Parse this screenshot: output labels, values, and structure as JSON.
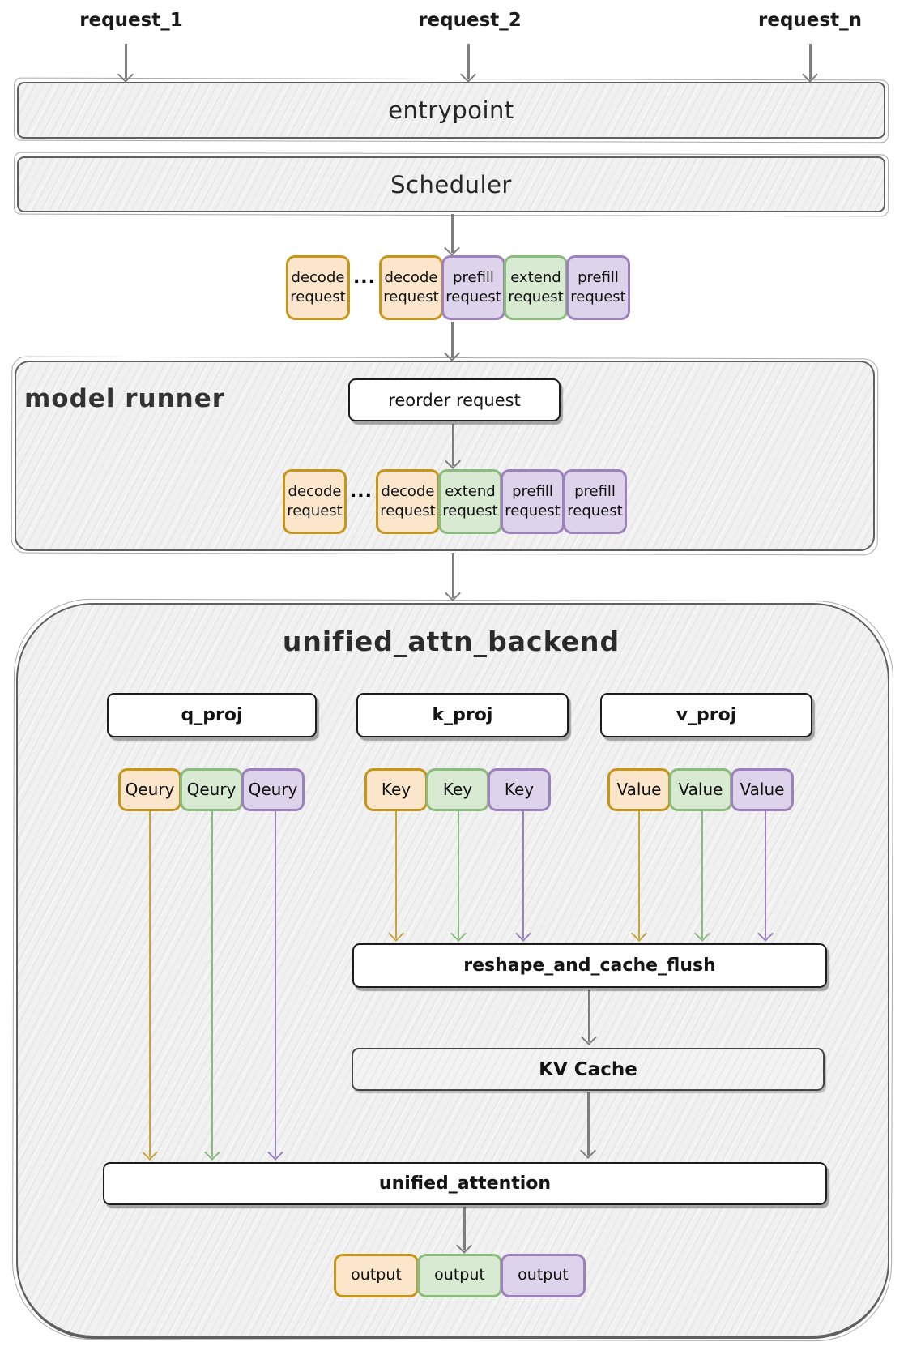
{
  "top_requests": [
    "request_1",
    "request_2",
    "request_n"
  ],
  "entrypoint": {
    "label": "entrypoint"
  },
  "scheduler": {
    "label": "Scheduler"
  },
  "scheduler_output_row": [
    {
      "lines": [
        "decode",
        "request"
      ],
      "color": "orange"
    },
    {
      "separator": "..."
    },
    {
      "lines": [
        "decode",
        "request"
      ],
      "color": "orange"
    },
    {
      "lines": [
        "prefill",
        "request"
      ],
      "color": "purple"
    },
    {
      "lines": [
        "extend",
        "request"
      ],
      "color": "green"
    },
    {
      "lines": [
        "prefill",
        "request"
      ],
      "color": "purple"
    }
  ],
  "model_runner": {
    "title": "model runner",
    "reorder_box_label": "reorder request",
    "reordered_row": [
      {
        "lines": [
          "decode",
          "request"
        ],
        "color": "orange"
      },
      {
        "separator": "..."
      },
      {
        "lines": [
          "decode",
          "request"
        ],
        "color": "orange"
      },
      {
        "lines": [
          "extend",
          "request"
        ],
        "color": "green"
      },
      {
        "lines": [
          "prefill",
          "request"
        ],
        "color": "purple"
      },
      {
        "lines": [
          "prefill",
          "request"
        ],
        "color": "purple"
      }
    ]
  },
  "unified_attn_backend": {
    "title": "unified_attn_backend",
    "proj_boxes": [
      "q_proj",
      "k_proj",
      "v_proj"
    ],
    "query_chips": [
      {
        "label": "Qeury",
        "color": "orange"
      },
      {
        "label": "Qeury",
        "color": "green"
      },
      {
        "label": "Qeury",
        "color": "purple"
      }
    ],
    "key_chips": [
      {
        "label": "Key",
        "color": "orange"
      },
      {
        "label": "Key",
        "color": "green"
      },
      {
        "label": "Key",
        "color": "purple"
      }
    ],
    "value_chips": [
      {
        "label": "Value",
        "color": "orange"
      },
      {
        "label": "Value",
        "color": "green"
      },
      {
        "label": "Value",
        "color": "purple"
      }
    ],
    "reshape_box_label": "reshape_and_cache_flush",
    "kv_cache_label": "KV Cache",
    "attention_box_label": "unified_attention",
    "output_chips": [
      {
        "label": "output",
        "color": "orange"
      },
      {
        "label": "output",
        "color": "green"
      },
      {
        "label": "output",
        "color": "purple"
      }
    ]
  },
  "colors": {
    "orange_border": "#C8951B",
    "orange_fill": "#FBE6CC",
    "green_border": "#8CBB7E",
    "green_fill": "#D9EAD3",
    "purple_border": "#9D81BD",
    "purple_fill": "#DDD3EA",
    "arrow_gray": "#7e7e7e"
  }
}
